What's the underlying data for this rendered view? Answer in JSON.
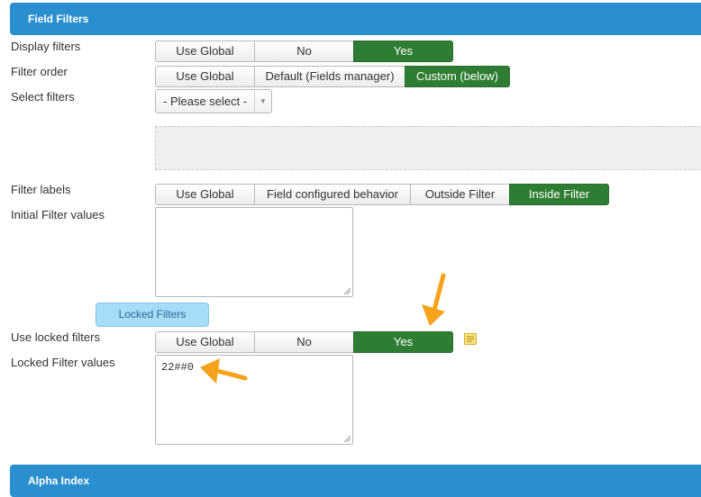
{
  "field_filters": {
    "title": "Field Filters",
    "display_filters": {
      "label": "Display filters",
      "options": [
        "Use Global",
        "No",
        "Yes"
      ],
      "active": 2
    },
    "filter_order": {
      "label": "Filter order",
      "options": [
        "Use Global",
        "Default (Fields manager)",
        "Custom (below)"
      ],
      "active": 2
    },
    "select_filters": {
      "label": "Select filters",
      "value": "- Please select -"
    },
    "filter_labels": {
      "label": "Filter labels",
      "options": [
        "Use Global",
        "Field configured behavior",
        "Outside Filter",
        "Inside Filter"
      ],
      "active": 3
    },
    "initial_filter_values": {
      "label": "Initial Filter values",
      "value": ""
    },
    "locked_filters_button": "Locked Filters",
    "use_locked_filters": {
      "label": "Use locked filters",
      "options": [
        "Use Global",
        "No",
        "Yes"
      ],
      "active": 2
    },
    "locked_filter_values": {
      "label": "Locked Filter values",
      "value": "22##0"
    }
  },
  "alpha_index": {
    "title": "Alpha Index"
  },
  "colors": {
    "header_blue": "#2a8fce",
    "active_green": "#2f7d32",
    "locked_button": "#a6dcf7",
    "arrow_orange": "#f7a21b"
  },
  "icons": [
    "note-icon",
    "chevron-down-icon",
    "arrow-annotation"
  ]
}
